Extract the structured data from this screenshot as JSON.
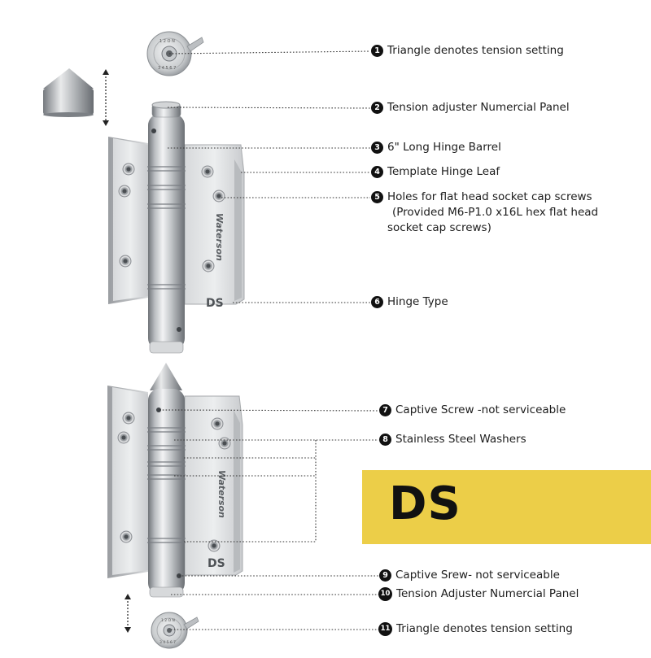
{
  "callouts": [
    {
      "num": "1",
      "text": "Triangle denotes tension setting"
    },
    {
      "num": "2",
      "text": "Tension adjuster Numercial Panel"
    },
    {
      "num": "3",
      "text": "6\" Long Hinge Barrel"
    },
    {
      "num": "4",
      "text": "Template Hinge Leaf"
    },
    {
      "num": "5",
      "lines": [
        "Holes for flat head socket cap screws",
        "(Provided M6-P1.0 x16L hex flat head",
        "socket cap screws)"
      ]
    },
    {
      "num": "6",
      "text": "Hinge Type"
    },
    {
      "num": "7",
      "text": "Captive Screw -not serviceable"
    },
    {
      "num": "8",
      "text": "Stainless Steel Washers"
    },
    {
      "num": "9",
      "text": "Captive Srew- not serviceable"
    },
    {
      "num": "10",
      "text": "Tension Adjuster Numercial Panel"
    },
    {
      "num": "11",
      "text": "Triangle denotes tension setting"
    }
  ],
  "banner": {
    "text": "DS",
    "color": "#ecce48"
  },
  "hinge_top": {
    "brand": "Waterson",
    "type_mark": "DS"
  },
  "hinge_bottom": {
    "brand": "Waterson",
    "type_mark": "DS"
  },
  "dial": {
    "digits": [
      "1",
      "2",
      "3",
      "4",
      "5",
      "6",
      "7"
    ]
  },
  "icons": [
    "double-arrow-icon",
    "cone-cap-icon",
    "dial-icon"
  ]
}
